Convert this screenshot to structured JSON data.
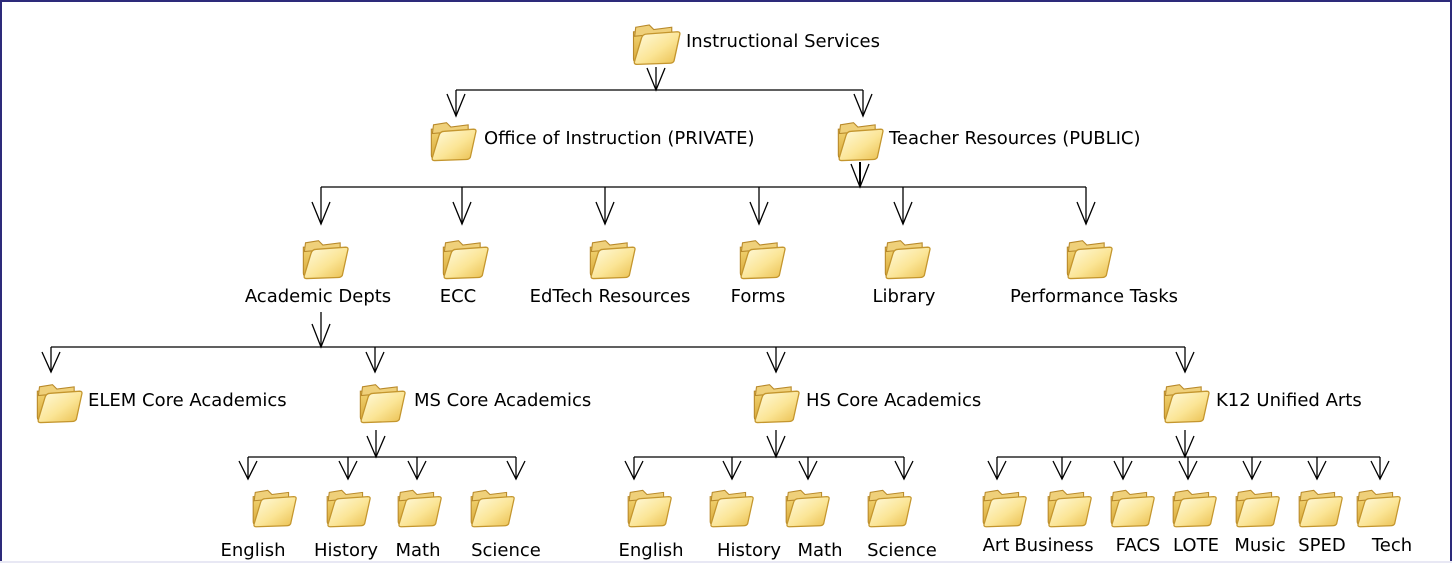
{
  "root": {
    "label": "Instructional Services"
  },
  "level1": [
    {
      "label": "Office of Instruction (PRIVATE)"
    },
    {
      "label": "Teacher Resources (PUBLIC)"
    }
  ],
  "level2": [
    {
      "label": "Academic Depts"
    },
    {
      "label": "ECC"
    },
    {
      "label": "EdTech Resources"
    },
    {
      "label": "Forms"
    },
    {
      "label": "Library"
    },
    {
      "label": "Performance Tasks"
    }
  ],
  "level3": [
    {
      "label": "ELEM Core Academics"
    },
    {
      "label": "MS Core Academics"
    },
    {
      "label": "HS Core Academics"
    },
    {
      "label": "K12 Unified Arts"
    }
  ],
  "ms_folders": [
    {
      "label": "English"
    },
    {
      "label": "History"
    },
    {
      "label": "Math"
    },
    {
      "label": "Science"
    }
  ],
  "hs_folders": [
    {
      "label": "English"
    },
    {
      "label": "History"
    },
    {
      "label": "Math"
    },
    {
      "label": "Science"
    }
  ],
  "arts_folders": [
    {
      "label": "Art"
    },
    {
      "label": "Business"
    },
    {
      "label": "FACS"
    },
    {
      "label": "LOTE"
    },
    {
      "label": "Music"
    },
    {
      "label": "SPED"
    },
    {
      "label": "Tech"
    }
  ]
}
